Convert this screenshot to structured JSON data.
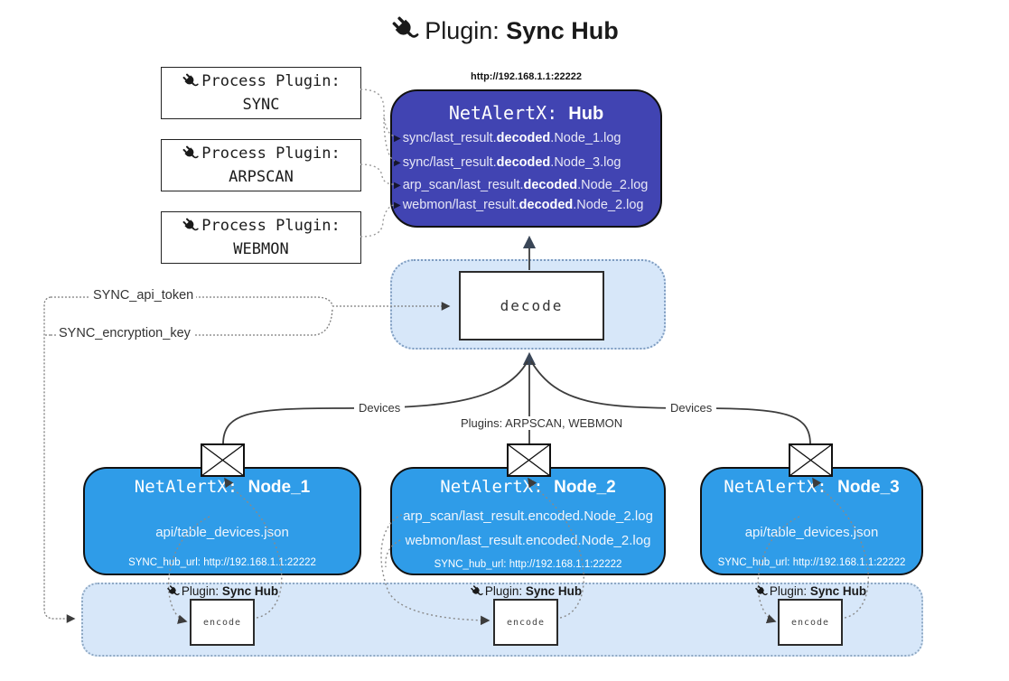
{
  "title": {
    "prefix": "Plugin: ",
    "bold": "Sync Hub"
  },
  "process_plugins": [
    {
      "label": "Process Plugin:",
      "name": "SYNC"
    },
    {
      "label": "Process Plugin:",
      "name": "ARPSCAN"
    },
    {
      "label": "Process Plugin:",
      "name": "WEBMON"
    }
  ],
  "hub": {
    "url": "http://192.168.1.1:22222",
    "title_prefix": "NetAlertX: ",
    "title_bold": "Hub",
    "logs": [
      {
        "pre": "sync/last_result.",
        "bold": "decoded",
        "post": ".Node_1.log"
      },
      {
        "pre": "sync/last_result.",
        "bold": "decoded",
        "post": ".Node_3.log"
      },
      {
        "pre": "arp_scan/last_result.",
        "bold": "decoded",
        "post": ".Node_2.log"
      },
      {
        "pre": "webmon/last_result.",
        "bold": "decoded",
        "post": ".Node_2.log"
      }
    ]
  },
  "decode": {
    "label": "decode"
  },
  "settings": {
    "api_token": "SYNC_api_token",
    "encryption_key": "SYNC_encryption_key"
  },
  "edges": {
    "devices_left": "Devices",
    "devices_right": "Devices",
    "plugins_mid": "Plugins: ARPSCAN, WEBMON"
  },
  "nodes": [
    {
      "title_prefix": "NetAlertX: ",
      "title_bold": "Node_1",
      "lines": [
        "api/table_devices.json"
      ],
      "hub_url": "SYNC_hub_url: http://192.168.1.1:22222"
    },
    {
      "title_prefix": "NetAlertX: ",
      "title_bold": "Node_2",
      "lines": [
        "arp_scan/last_result.encoded.Node_2.log",
        "webmon/last_result.encoded.Node_2.log"
      ],
      "hub_url": "SYNC_hub_url: http://192.168.1.1:22222"
    },
    {
      "title_prefix": "NetAlertX: ",
      "title_bold": "Node_3",
      "lines": [
        "api/table_devices.json"
      ],
      "hub_url": "SYNC_hub_url: http://192.168.1.1:22222"
    }
  ],
  "encoders": [
    {
      "plugin_prefix": "Plugin: ",
      "plugin_bold": "Sync Hub",
      "label": "encode"
    },
    {
      "plugin_prefix": "Plugin: ",
      "plugin_bold": "Sync Hub",
      "label": "encode"
    },
    {
      "plugin_prefix": "Plugin: ",
      "plugin_bold": "Sync Hub",
      "label": "encode"
    }
  ],
  "colors": {
    "hub_fill": "#4144b2",
    "node_fill": "#2f9ce8",
    "panel_fill": "#d7e7f9",
    "arrow": "#3a4657"
  }
}
